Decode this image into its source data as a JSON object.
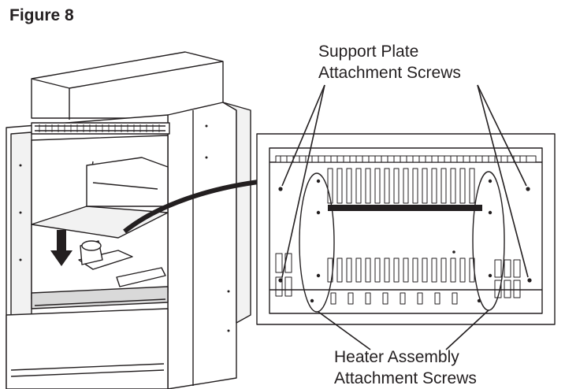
{
  "figure": {
    "title": "Figure 8"
  },
  "callouts": {
    "support_plate": {
      "line1": "Support Plate",
      "line2": "Attachment Screws"
    },
    "heater_assembly": {
      "line1": "Heater Assembly",
      "line2": "Attachment Screws"
    }
  },
  "colors": {
    "ink": "#231f20",
    "fill_light": "#f2f2f2",
    "fill_mid": "#d9d9d9"
  }
}
